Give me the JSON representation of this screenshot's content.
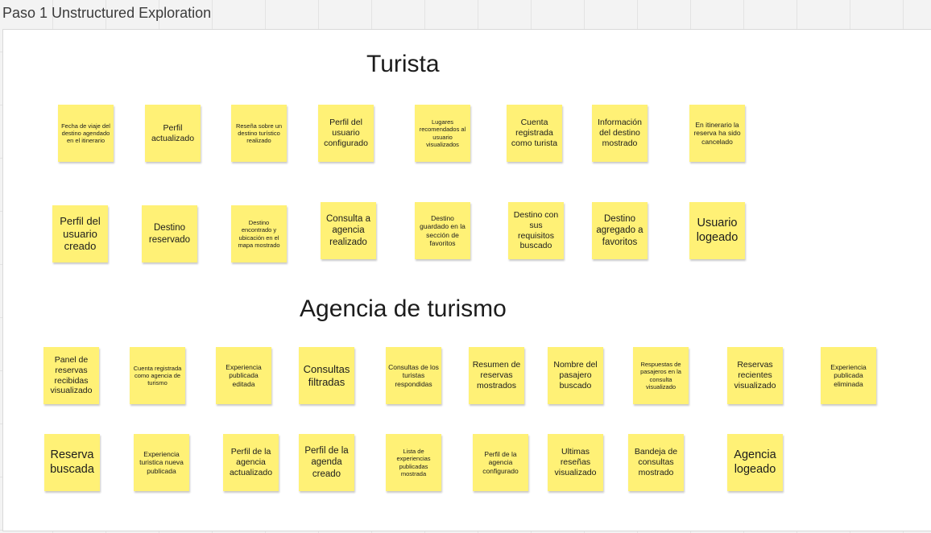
{
  "frame": {
    "title": "Paso 1 Unstructured Exploration"
  },
  "sections": {
    "turista": {
      "title": "Turista"
    },
    "agencia": {
      "title": "Agencia de turismo"
    }
  },
  "colors": {
    "sticky": "#fff176",
    "canvas": "#f3f3f3",
    "frame": "#ffffff"
  },
  "stickies": {
    "t1": "Fecha de viaje del destino agendado en el itinerario",
    "t2": "Perfil actualizado",
    "t3": "Reseña sobre un destino turístico realizado",
    "t4": "Perfil del usuario configurado",
    "t5": "Lugares recomendados al usuario visualizados",
    "t6": "Cuenta registrada como turista",
    "t7": "Información del destino mostrado",
    "t8": "En itinerario la reserva ha sido cancelado",
    "t9": "Perfil del usuario creado",
    "t10": "Destino reservado",
    "t11": "Destino encontrado y ubicación en el mapa mostrado",
    "t12": "Consulta a agencia realizado",
    "t13": "Destino guardado en la sección de favoritos",
    "t14": "Destino con sus requisitos buscado",
    "t15": "Destino agregado a favoritos",
    "t16": "Usuario logeado",
    "a1": "Panel de reservas recibidas visualizado",
    "a2": "Cuenta registrada como agencia de turismo",
    "a3": "Experiencia publicada editada",
    "a4": "Consultas filtradas",
    "a5": "Consultas de los turistas respondidas",
    "a6": "Resumen de reservas mostrados",
    "a7": "Nombre del pasajero buscado",
    "a8": "Respuestas de pasajeros en la consulta visualizado",
    "a9": "Reservas recientes visualizado",
    "a10": "Experiencia publicada eliminada",
    "a11": "Reserva buscada",
    "a12": "Experiencia turistica nueva publicada",
    "a13": "Perfil de la agencia actualizado",
    "a14": "Perfil de la agenda creado",
    "a15": "Lista de experiencias publicadas mostrada",
    "a16": "Perfil de la agencia configurado",
    "a17": "Ultimas reseñas visualizado",
    "a18": "Bandeja de consultas mostrado",
    "a19": "Agencia logeado"
  }
}
